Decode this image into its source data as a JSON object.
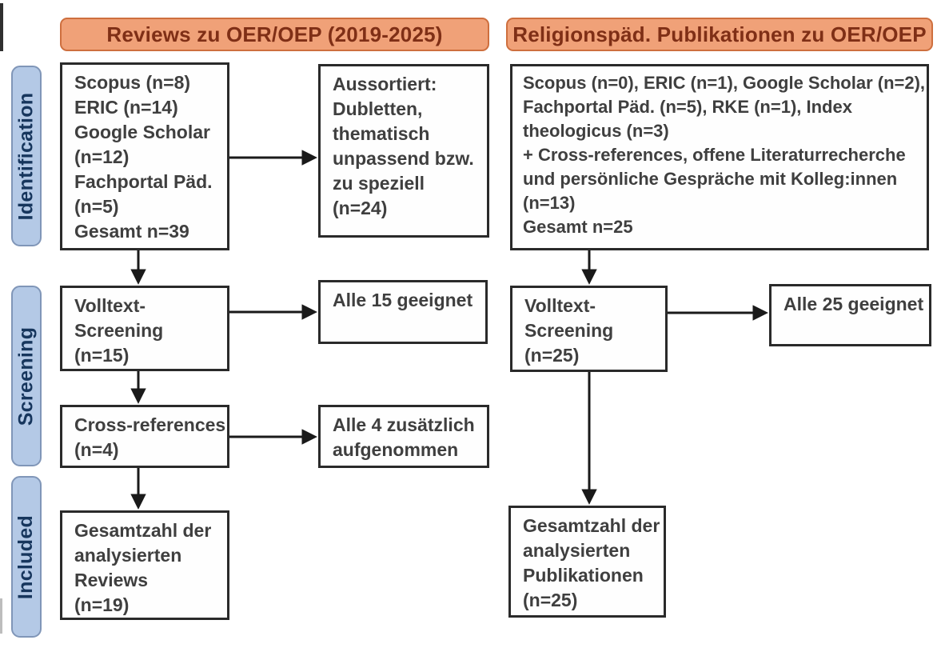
{
  "colors": {
    "background": "#ffffff",
    "header_fill": "#f0a178",
    "header_border": "#ce6f3e",
    "header_text": "#7f2f16",
    "stage_fill": "#b4c9e6",
    "stage_border": "#8096b8",
    "stage_text": "#17365d",
    "box_border": "#2a2a2a",
    "box_text": "#3f3f3f",
    "arrow": "#1a1a1a",
    "artifact_dark": "#2f2f2f",
    "artifact_light": "#9a9a9a"
  },
  "headers": {
    "left": "Reviews zu OER/OEP (2019-2025)",
    "right": "Religionspäd. Publikationen zu OER/OEP"
  },
  "stages": {
    "identification": "Identification",
    "screening": "Screening",
    "included": "Included"
  },
  "boxes": {
    "left_sources": [
      "Scopus (n=8)",
      "ERIC (n=14)",
      "Google Scholar",
      "(n=12)",
      "Fachportal Päd.",
      "(n=5)",
      "Gesamt n=39"
    ],
    "left_excluded": [
      "Aussortiert:",
      "Dubletten,",
      "thematisch",
      "unpassend bzw.",
      "zu speziell",
      "(n=24)"
    ],
    "left_fulltext": [
      "Volltext-",
      "Screening",
      "(n=15)"
    ],
    "left_fulltext_result": [
      "Alle 15 geeignet"
    ],
    "left_crossref": [
      "Cross-references",
      "(n=4)"
    ],
    "left_crossref_result": [
      "Alle 4 zusätzlich",
      "aufgenommen"
    ],
    "left_included": [
      "Gesamtzahl der",
      "analysierten",
      "Reviews",
      "(n=19)"
    ],
    "right_sources": [
      "Scopus (n=0), ERIC (n=1), Google Scholar (n=2),",
      "Fachportal Päd. (n=5), RKE (n=1), Index",
      "theologicus (n=3)",
      "+ Cross-references, offene Literaturrecherche",
      "und persönliche Gespräche mit Kolleg:innen",
      "(n=13)",
      "Gesamt n=25"
    ],
    "right_fulltext": [
      "Volltext-",
      "Screening",
      "(n=25)"
    ],
    "right_fulltext_result": [
      "Alle 25 geeignet"
    ],
    "right_included": [
      "Gesamtzahl der",
      "analysierten",
      "Publikationen",
      "(n=25)"
    ]
  }
}
